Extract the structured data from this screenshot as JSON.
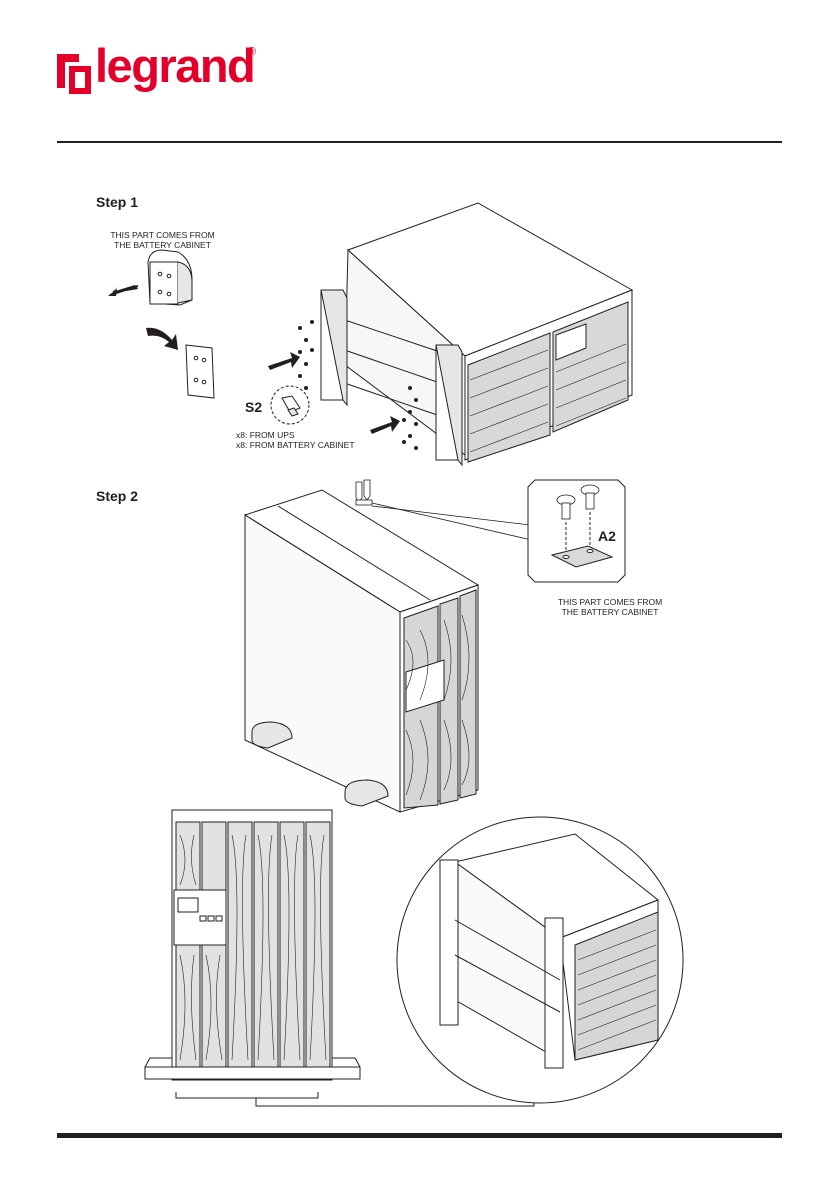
{
  "brand": {
    "name": "legrand",
    "reg_mark": "®",
    "color": "#e4002b"
  },
  "step1": {
    "title": "Step 1",
    "note_line1": "THIS PART COMES FROM",
    "note_line2": "THE BATTERY CABINET",
    "screw_label": "S2",
    "qty_line1": "x8: FROM UPS",
    "qty_line2": "x8: FROM BATTERY CABINET"
  },
  "step2": {
    "title": "Step 2",
    "part_label": "A2",
    "note_line1": "THIS PART COMES FROM",
    "note_line2": "THE BATTERY CABINET"
  },
  "icons": [
    "legrand-logo-icon",
    "arrow-icon",
    "screw-icon",
    "bracket-icon"
  ]
}
